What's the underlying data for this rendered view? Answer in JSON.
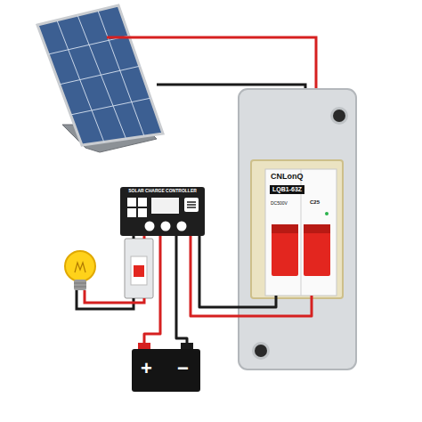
{
  "diagram": {
    "nodes": [
      {
        "text": [
          "SOLAR CHARGE CONTROLLER"
        ]
      },
      {
        "text": [
          "CNLonQ",
          "LQB1-63Z",
          "C25",
          "DC500V"
        ]
      },
      {
        "text": [
          "+",
          "−"
        ]
      }
    ],
    "edges": [
      {
        "from": 0,
        "to": 2,
        "arrow": "none"
      },
      {
        "from": 0,
        "to": 2,
        "arrow": "none"
      },
      {
        "from": 0,
        "to": 1,
        "arrow": "none"
      },
      {
        "from": 0,
        "to": 1,
        "arrow": "none"
      }
    ]
  }
}
